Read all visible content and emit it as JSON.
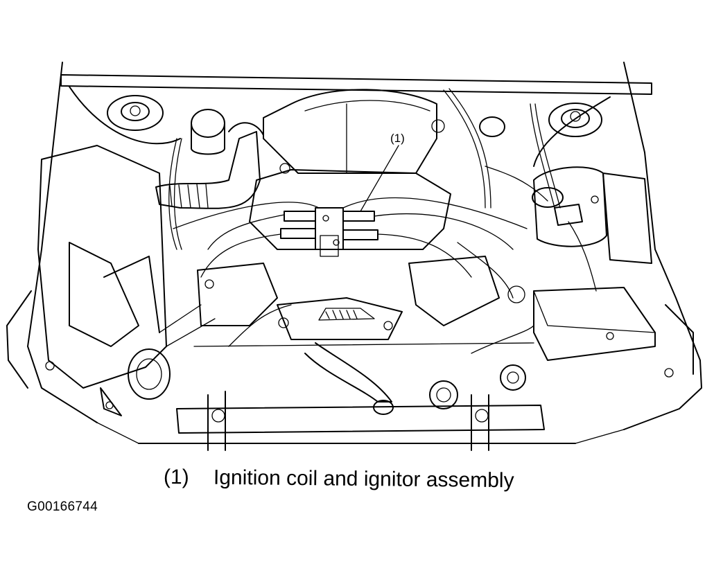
{
  "diagram": {
    "callout_label": "(1)",
    "legend": {
      "number": "(1)",
      "text": "Ignition coil and ignitor assembly"
    },
    "figure_id": "G00166744"
  }
}
